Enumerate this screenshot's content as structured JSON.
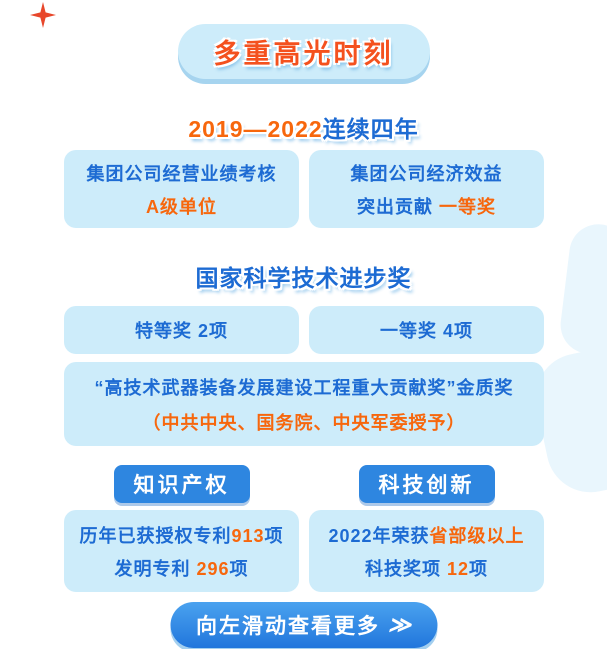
{
  "title_badge": {
    "text": "多重高光时刻"
  },
  "section_years": {
    "heading_orange": "2019—2022",
    "heading_blue": "连续四年",
    "card_left": {
      "line1": "集团公司经营业绩考核",
      "line2": "A级单位"
    },
    "card_right": {
      "line1": "集团公司经济效益",
      "line2_blue": "突出贡献 ",
      "line2_orange": "一等奖"
    }
  },
  "section_award": {
    "heading": "国家科学技术进步奖",
    "card_left": "特等奖 2项",
    "card_right": "一等奖 4项",
    "wide_card": {
      "line1": "“高技术武器装备发展建设工程重大贡献奖”金质奖",
      "line2": "（中共中央、国务院、中央军委授予）"
    }
  },
  "section_ip": {
    "badge": "知识产权",
    "line1_blue": "历年已获授权专利",
    "line1_orange": "913",
    "line1_suffix": "项",
    "line2_blue": "发明专利 ",
    "line2_orange": "296",
    "line2_suffix": "项"
  },
  "section_tech": {
    "badge": "科技创新",
    "line1_blue": "2022年荣获",
    "line1_orange": "省部级以上",
    "line2_blue": "科技奖项 ",
    "line2_orange": "12",
    "line2_suffix": "项"
  },
  "footer": {
    "label": "向左滑动查看更多",
    "arrow": "≫"
  }
}
